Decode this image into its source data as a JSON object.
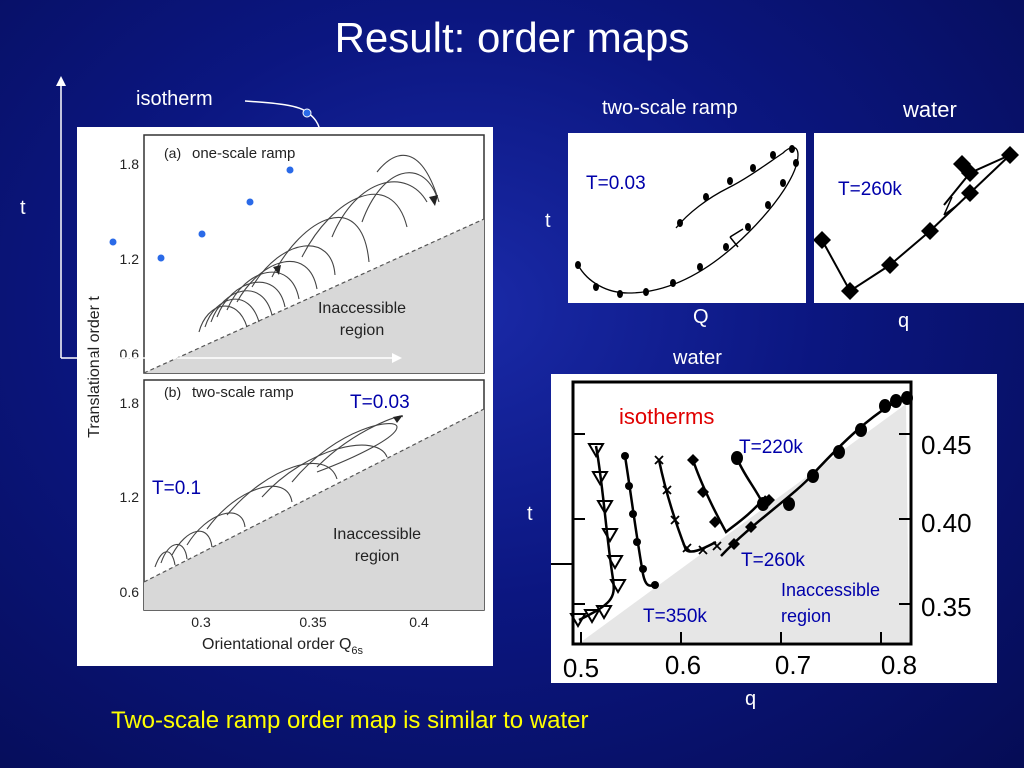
{
  "slide": {
    "title": "Result: order maps",
    "bottom_caption": "Two-scale ramp order map is similar to water"
  },
  "left_figure": {
    "overlay_isotherm_label": "isotherm",
    "overlay_t_axis": "t",
    "ylabel": "Translational order t",
    "xlabel_main": "Orientational order Q",
    "xlabel_sub": "6s",
    "panel_a": {
      "label": "(a)",
      "title": "one-scale ramp",
      "region": [
        "Inaccessible",
        "region"
      ],
      "yticks": [
        "1.8",
        "1.2",
        "0.6"
      ]
    },
    "panel_b": {
      "label": "(b)",
      "title": "two-scale ramp",
      "region": [
        "Inaccessible",
        "region"
      ],
      "yticks": [
        "1.8",
        "1.2",
        "0.6"
      ],
      "annot_hot": "T=0.1",
      "annot_cold": "T=0.03"
    },
    "xticks": [
      "0.3",
      "0.35",
      "0.4"
    ]
  },
  "top_right": {
    "label_ramp": "two-scale ramp",
    "label_water": "water",
    "t_axis": "t",
    "x_axis_ramp": "Q",
    "x_axis_water": "q",
    "ramp_annot": "T=0.03",
    "water_annot": "T=260k"
  },
  "bottom_right": {
    "label_water": "water",
    "t_axis": "t",
    "q_axis": "q",
    "isotherms": "isotherms",
    "annot_220": "T=220k",
    "annot_260": "T=260k",
    "annot_350": "T=350k",
    "region": [
      "Inaccessible",
      "region"
    ],
    "xticks": [
      "0.5",
      "0.6",
      "0.7",
      "0.8"
    ],
    "yticks": [
      "0.45",
      "0.40",
      "0.35"
    ]
  },
  "colors": {
    "background": "#0b1680",
    "caption": "#ffff00",
    "annotation_blue": "#0000aa",
    "isotherm_red": "#e00000",
    "dot_blue": "#2a6ae8",
    "inaccessible_gray": "#d8d8d8"
  }
}
